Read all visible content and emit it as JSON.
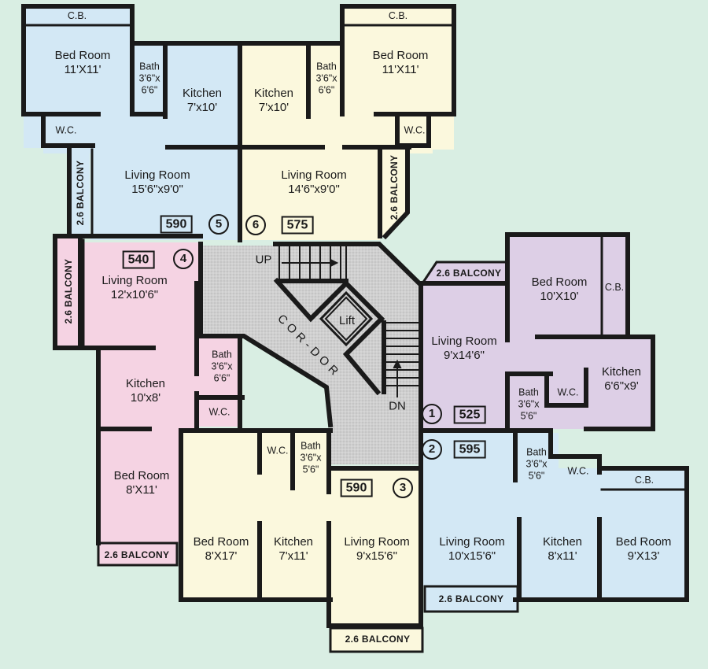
{
  "colors": {
    "background": "#d9eee3",
    "unit_blue": "#d3e8f5",
    "unit_cream": "#fbf8dd",
    "unit_pink": "#f5d3e3",
    "unit_lilac": "#ddcfe6",
    "corridor_gray": "#c9c9c9",
    "wall": "#1a1a1a"
  },
  "units": [
    {
      "number": "1",
      "area": "525",
      "rooms": [
        {
          "name": "Bed Room",
          "size": "10'X10'"
        },
        {
          "name": "C.B.",
          "size": ""
        },
        {
          "name": "Living Room",
          "size": "9'x14'6\""
        },
        {
          "name": "Kitchen",
          "size": "6'6\"x9'"
        },
        {
          "name": "Bath",
          "size": "3'6\"x 5'6\""
        },
        {
          "name": "W.C.",
          "size": ""
        }
      ],
      "balcony": "2.6 BALCONY"
    },
    {
      "number": "2",
      "area": "595",
      "rooms": [
        {
          "name": "Living Room",
          "size": "10'x15'6\""
        },
        {
          "name": "Kitchen",
          "size": "8'x11'"
        },
        {
          "name": "Bed Room",
          "size": "9'X13'"
        },
        {
          "name": "C.B.",
          "size": ""
        },
        {
          "name": "Bath",
          "size": "3'6\"x 5'6\""
        },
        {
          "name": "W.C.",
          "size": ""
        }
      ],
      "balcony": "2.6 BALCONY"
    },
    {
      "number": "3",
      "area": "590",
      "rooms": [
        {
          "name": "Bed Room",
          "size": "8'X17'"
        },
        {
          "name": "Kitchen",
          "size": "7'x11'"
        },
        {
          "name": "Living Room",
          "size": "9'x15'6\""
        },
        {
          "name": "W.C.",
          "size": ""
        },
        {
          "name": "Bath",
          "size": "3'6\"x 5'6\""
        }
      ],
      "balcony": "2.6 BALCONY"
    },
    {
      "number": "4",
      "area": "540",
      "rooms": [
        {
          "name": "Living Room",
          "size": "12'x10'6\""
        },
        {
          "name": "Kitchen",
          "size": "10'x8'"
        },
        {
          "name": "Bed Room",
          "size": "8'X11'"
        },
        {
          "name": "Bath",
          "size": "3'6\"x 6'6\""
        },
        {
          "name": "W.C.",
          "size": ""
        }
      ],
      "balcony": "2.6 BALCONY"
    },
    {
      "number": "5",
      "area": "590",
      "rooms": [
        {
          "name": "Bed Room",
          "size": "11'X11'"
        },
        {
          "name": "C.B.",
          "size": ""
        },
        {
          "name": "Bath",
          "size": "3'6\"x 6'6\""
        },
        {
          "name": "Kitchen",
          "size": "7'x10'"
        },
        {
          "name": "W.C.",
          "size": ""
        },
        {
          "name": "Living Room",
          "size": "15'6\"x9'0\""
        }
      ],
      "balcony": "2.6 BALCONY"
    },
    {
      "number": "6",
      "area": "575",
      "rooms": [
        {
          "name": "Kitchen",
          "size": "7'x10'"
        },
        {
          "name": "Bath",
          "size": "3'6\"x 6'6\""
        },
        {
          "name": "Bed Room",
          "size": "11'X11'"
        },
        {
          "name": "C.B.",
          "size": ""
        },
        {
          "name": "W.C.",
          "size": ""
        },
        {
          "name": "Living Room",
          "size": "14'6\"x9'0\""
        }
      ],
      "balcony": "2.6 BALCONY"
    }
  ],
  "core": {
    "corridor": "COR-DOR",
    "lift": "Lift",
    "stair_up": "UP",
    "stair_down": "DN"
  }
}
